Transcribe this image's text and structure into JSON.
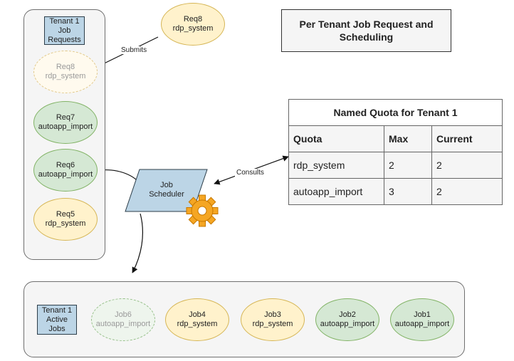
{
  "title": "Per Tenant Job Request and Scheduling",
  "requests_panel": {
    "label": [
      "Tenant 1",
      "Job",
      "Requests"
    ],
    "items": [
      {
        "name": "Req8",
        "quota": "rdp_system",
        "state": "pending"
      },
      {
        "name": "Req7",
        "quota": "autoapp_import",
        "state": "queued"
      },
      {
        "name": "Req6",
        "quota": "autoapp_import",
        "state": "queued"
      },
      {
        "name": "Req5",
        "quota": "rdp_system",
        "state": "queued"
      }
    ]
  },
  "incoming_request": {
    "name": "Req8",
    "quota": "rdp_system"
  },
  "scheduler": {
    "label": [
      "Job",
      "Scheduler"
    ],
    "icon": "gear-icon"
  },
  "edge_labels": {
    "submits": "Submits",
    "consults": "Consults"
  },
  "quota_table": {
    "caption": "Named Quota for Tenant 1",
    "columns": [
      "Quota",
      "Max",
      "Current"
    ],
    "rows": [
      {
        "quota": "rdp_system",
        "max": "2",
        "current": "2"
      },
      {
        "quota": "autoapp_import",
        "max": "3",
        "current": "2"
      }
    ]
  },
  "active_panel": {
    "label": [
      "Tenant 1",
      "Active",
      "Jobs"
    ],
    "items": [
      {
        "name": "Job6",
        "quota": "autoapp_import",
        "state": "pending"
      },
      {
        "name": "Job4",
        "quota": "rdp_system",
        "state": "active"
      },
      {
        "name": "Job3",
        "quota": "rdp_system",
        "state": "active"
      },
      {
        "name": "Job2",
        "quota": "autoapp_import",
        "state": "active"
      },
      {
        "name": "Job1",
        "quota": "autoapp_import",
        "state": "active"
      }
    ]
  },
  "colors": {
    "rdp_system_fill": "#fff2cc",
    "autoapp_import_fill": "#d5e8d4",
    "scheduler_fill": "#bcd5e6",
    "gear": "#f5a623"
  }
}
